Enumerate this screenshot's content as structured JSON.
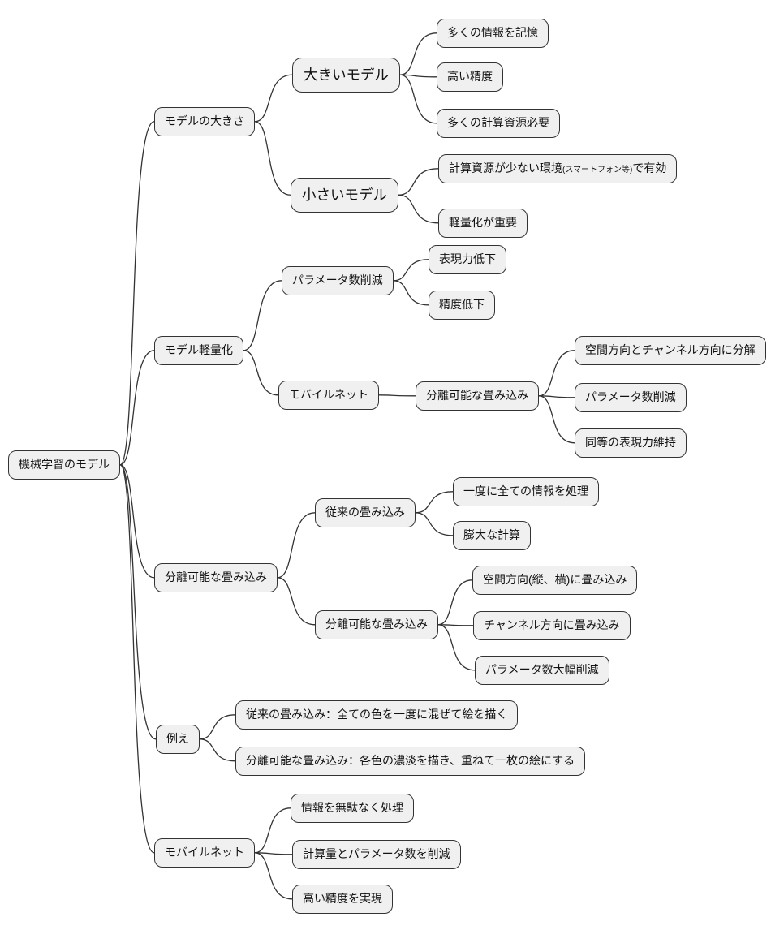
{
  "diagram": {
    "type": "mindmap",
    "colors": {
      "background": "#ffffff",
      "node_fill": "#f0f0f0",
      "node_border": "#333333",
      "edge": "#333333",
      "text": "#111111"
    },
    "root": {
      "label": "機械学習のモデル",
      "children": [
        {
          "label": "モデルの大きさ",
          "children": [
            {
              "label": "大きいモデル",
              "children": [
                {
                  "label": "多くの情報を記憶"
                },
                {
                  "label": "高い精度"
                },
                {
                  "label": "多くの計算資源必要"
                }
              ]
            },
            {
              "label": "小さいモデル",
              "children": [
                {
                  "label_parts": [
                    "計算資源が少ない環境",
                    "(スマートフォン等)",
                    "で有効"
                  ]
                },
                {
                  "label": "軽量化が重要"
                }
              ]
            }
          ]
        },
        {
          "label": "モデル軽量化",
          "children": [
            {
              "label": "パラメータ数削減",
              "children": [
                {
                  "label": "表現力低下"
                },
                {
                  "label": "精度低下"
                }
              ]
            },
            {
              "label": "モバイルネット",
              "children": [
                {
                  "label": "分離可能な畳み込み",
                  "children": [
                    {
                      "label": "空間方向とチャンネル方向に分解"
                    },
                    {
                      "label": "パラメータ数削減"
                    },
                    {
                      "label": "同等の表現力維持"
                    }
                  ]
                }
              ]
            }
          ]
        },
        {
          "label": "分離可能な畳み込み",
          "children": [
            {
              "label": "従来の畳み込み",
              "children": [
                {
                  "label": "一度に全ての情報を処理"
                },
                {
                  "label": "膨大な計算"
                }
              ]
            },
            {
              "label": "分離可能な畳み込み",
              "children": [
                {
                  "label": "空間方向(縦、横)に畳み込み"
                },
                {
                  "label": "チャンネル方向に畳み込み"
                },
                {
                  "label": "パラメータ数大幅削減"
                }
              ]
            }
          ]
        },
        {
          "label": "例え",
          "children": [
            {
              "label": "従来の畳み込み：全ての色を一度に混ぜて絵を描く"
            },
            {
              "label": "分離可能な畳み込み：各色の濃淡を描き、重ねて一枚の絵にする"
            }
          ]
        },
        {
          "label": "モバイルネット",
          "children": [
            {
              "label": "情報を無駄なく処理"
            },
            {
              "label": "計算量とパラメータ数を削減"
            },
            {
              "label": "高い精度を実現"
            }
          ]
        }
      ]
    }
  }
}
